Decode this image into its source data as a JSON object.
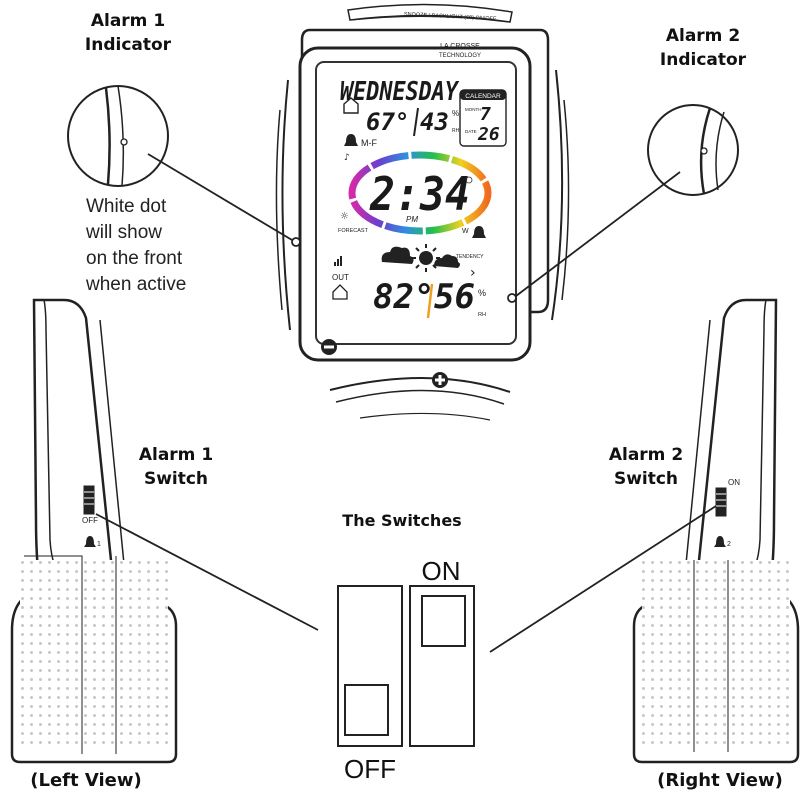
{
  "labels": {
    "alarm1_indicator": [
      "Alarm 1",
      "Indicator"
    ],
    "alarm2_indicator": [
      "Alarm 2",
      "Indicator"
    ],
    "white_dot_note": [
      "White dot",
      "will show",
      "on the front",
      "when active"
    ],
    "alarm1_switch": [
      "Alarm 1",
      "Switch"
    ],
    "alarm2_switch": [
      "Alarm 2",
      "Switch"
    ],
    "switches_title": "The Switches",
    "on": "ON",
    "off": "OFF",
    "left_view": "(Left View)",
    "right_view": "(Right View)"
  },
  "device": {
    "top_button": "SNOOZE / BACKLIGHT (60) ON/OFF",
    "brand_line1": "LA CROSSE",
    "brand_line2": "TECHNOLOGY",
    "day": "WEDNESDAY",
    "calendar_badge": "CALENDAR",
    "month_label": "MONTH",
    "date_label": "DATE",
    "month": "7",
    "date": "26",
    "indoor_temp": "67°",
    "indoor_humidity": "43",
    "percent": "%",
    "rh": "RH",
    "alarm_days": "M-F",
    "time": "2:34",
    "pm": "PM",
    "forecast": "FORECAST",
    "tendency": "TENDENCY",
    "w_label": "W",
    "out_label": "OUT",
    "outdoor_temp": "82°",
    "outdoor_humidity": "56",
    "minus": "−",
    "plus": "+"
  },
  "side_labels": {
    "left_off": "OFF",
    "left_alarm": "1",
    "right_on": "ON",
    "right_alarm": "2"
  }
}
